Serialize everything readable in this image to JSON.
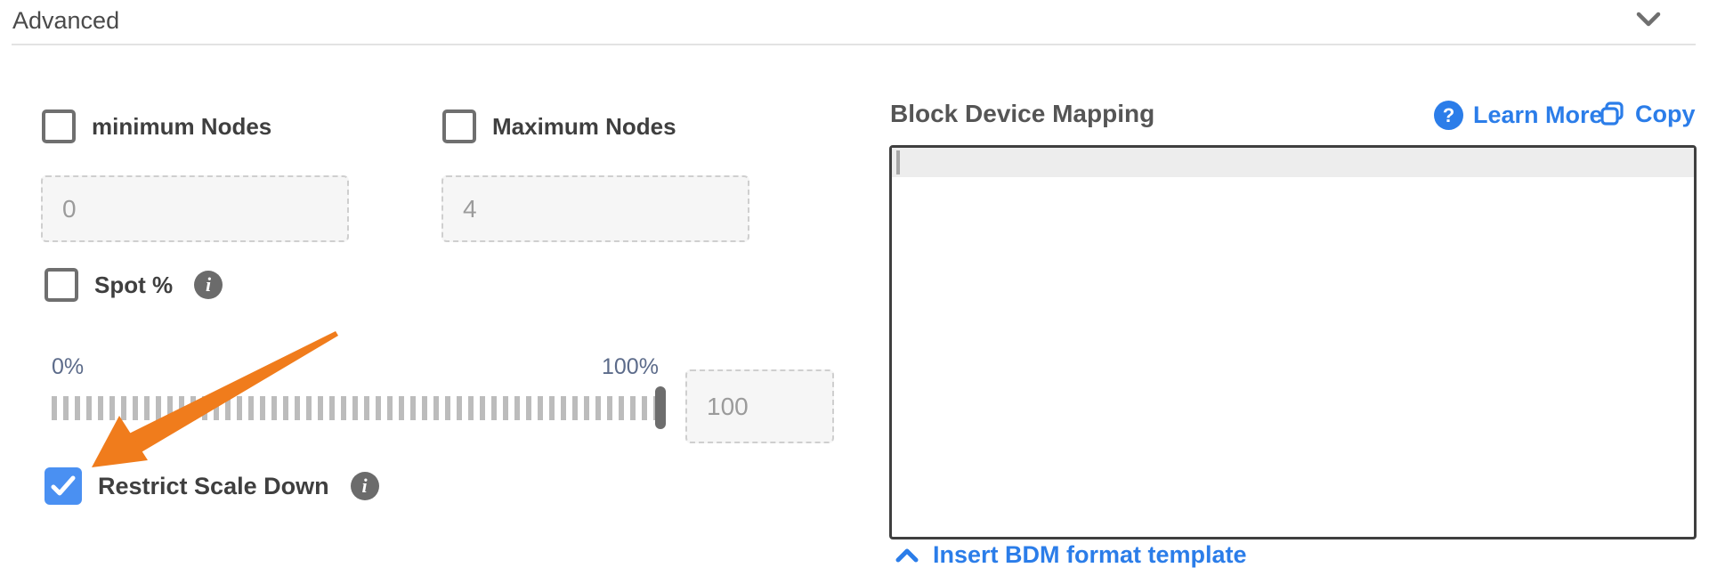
{
  "header": {
    "title": "Advanced",
    "collapse_icon": "chevron-down"
  },
  "advanced": {
    "minimum_nodes": {
      "label": "minimum Nodes",
      "checked": false,
      "value": "0"
    },
    "maximum_nodes": {
      "label": "Maximum Nodes",
      "checked": false,
      "value": "4"
    },
    "spot": {
      "label": "Spot %",
      "checked": false,
      "info_icon": "info-icon"
    },
    "slider": {
      "min_label": "0%",
      "max_label": "100%",
      "value": "100",
      "percent": 100
    },
    "restrict_scale_down": {
      "label": "Restrict Scale Down",
      "checked": true,
      "info_icon": "info-icon"
    }
  },
  "bdm": {
    "title": "Block Device Mapping",
    "learn_more_label": "Learn More",
    "copy_label": "Copy",
    "editor_content": "",
    "insert_template_label": "Insert BDM format template"
  },
  "annotations": {
    "arrow": "orange arrow pointing to Restrict Scale Down checkbox"
  },
  "colors": {
    "link_blue": "#2b7de9",
    "checkbox_checked_blue": "#4a90f2",
    "arrow_orange": "#f07c1c",
    "slider_label_blue": "#5c6b8a",
    "tick_gray": "#bcbcbc",
    "handle_gray": "#6d6d6d",
    "editor_border": "#3f3f3f",
    "active_line_gray": "#ededed"
  }
}
